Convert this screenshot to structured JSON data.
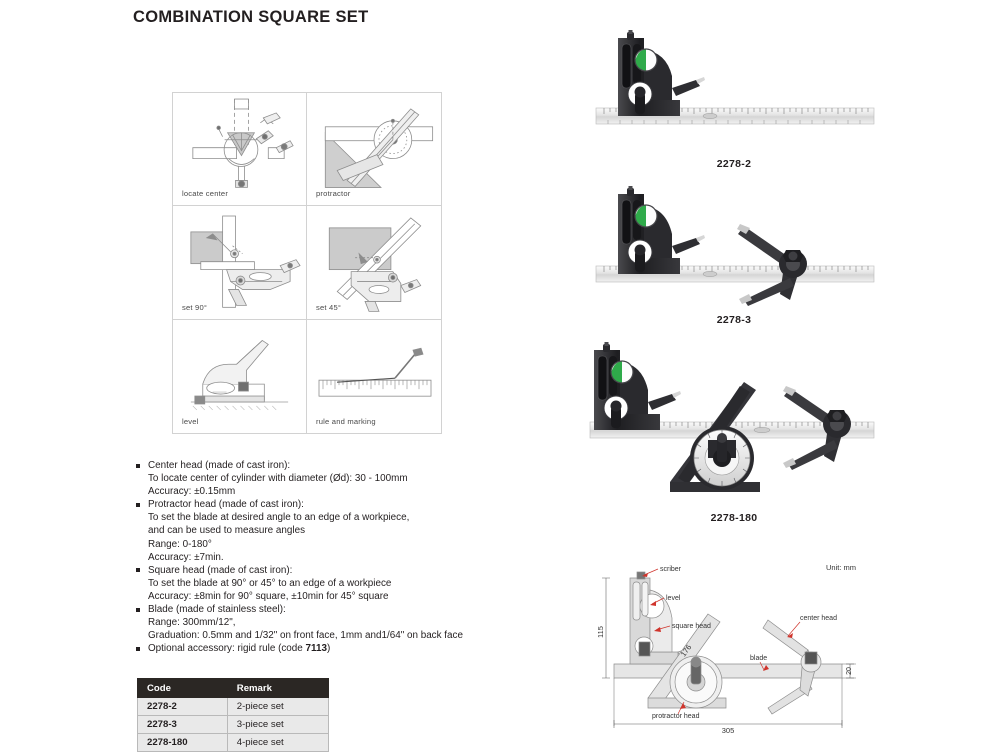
{
  "page": {
    "title": "COMBINATION SQUARE SET"
  },
  "illustrations": {
    "cells": [
      {
        "caption": "locate center",
        "art": "center-head-usage"
      },
      {
        "caption": "protractor",
        "art": "protractor-usage"
      },
      {
        "caption": "set 90°",
        "art": "square-90-usage"
      },
      {
        "caption": "set 45°",
        "art": "square-45-usage"
      },
      {
        "caption": "level",
        "art": "level-usage"
      },
      {
        "caption": "rule and marking",
        "art": "rule-marking-usage"
      }
    ]
  },
  "specs": [
    {
      "heading": "Center head (made of cast iron):",
      "lines": [
        "To locate center of cylinder with diameter (Ød): 30 - 100mm",
        "Accuracy: ±0.15mm"
      ]
    },
    {
      "heading": "Protractor head (made of cast iron):",
      "lines": [
        "To set the blade at desired angle to an edge of a workpiece,",
        "and can be used to measure angles",
        "Range: 0-180°",
        "Accuracy: ±7min."
      ]
    },
    {
      "heading": "Square head (made of cast iron):",
      "lines": [
        "To set the blade at  90° or  45° to an edge of a workpiece",
        "Accuracy: ±8min for 90° square,  ±10min for 45° square"
      ]
    },
    {
      "heading": "Blade (made of stainless steel):",
      "lines": [
        "Range: 300mm/12\",",
        "Graduation: 0.5mm and 1/32\" on front face, 1mm and1/64\" on back face"
      ]
    },
    {
      "heading": "Optional accessory: rigid rule (code 7113)",
      "heading_bold_tail": "7113",
      "lines": []
    }
  ],
  "table": {
    "headers": [
      "Code",
      "Remark"
    ],
    "rows": [
      {
        "code": "2278-2",
        "remark": "2-piece set"
      },
      {
        "code": "2278-3",
        "remark": "3-piece set"
      },
      {
        "code": "2278-180",
        "remark": "4-piece set"
      }
    ]
  },
  "products": [
    {
      "label": "2278-2",
      "parts": "square head + blade"
    },
    {
      "label": "2278-3",
      "parts": "square head + blade + center head"
    },
    {
      "label": "2278-180",
      "parts": "square head + protractor head + center head + blade"
    }
  ],
  "dimension_drawing": {
    "unit_note": "Unit: mm",
    "callouts": [
      "scriber",
      "level",
      "square head",
      "center head",
      "blade",
      "protractor head"
    ],
    "dimensions": {
      "height": "115",
      "diagonal": "176",
      "blade_width": "20",
      "overall_length": "305"
    }
  },
  "colors": {
    "table_header_bg": "#2b2724",
    "table_row_bg": "#e9e9e9",
    "body_text": "#231f20",
    "line_art": "#8a8a8a",
    "callout_red": "#d0342c",
    "level_vial_green": "#2faa4a",
    "metal_dark": "#2a2a2c",
    "metal_light": "#d8d8d8"
  }
}
